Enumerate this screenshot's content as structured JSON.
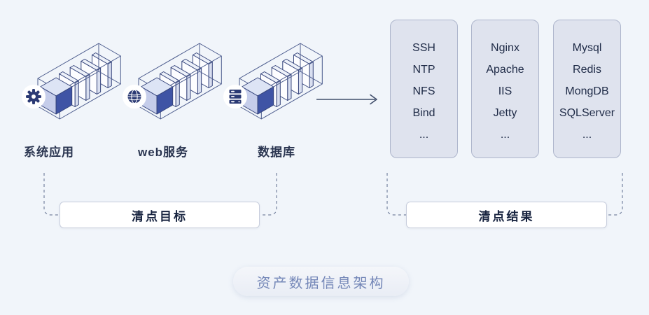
{
  "diagram": {
    "caption": "资产数据信息架构"
  },
  "sources": {
    "group_label": "清点目标",
    "items": [
      {
        "label": "系统应用",
        "icon": "gear-icon"
      },
      {
        "label": "web服务",
        "icon": "globe-icon"
      },
      {
        "label": "数据库",
        "icon": "server-icon"
      }
    ]
  },
  "results": {
    "group_label": "清点结果",
    "cards": [
      {
        "items": [
          "SSH",
          "NTP",
          "NFS",
          "Bind",
          "..."
        ]
      },
      {
        "items": [
          "Nginx",
          "Apache",
          "IIS",
          "Jetty",
          "..."
        ]
      },
      {
        "items": [
          "Mysql",
          "Redis",
          "MongDB",
          "SQLServer",
          "..."
        ]
      }
    ]
  },
  "colors": {
    "background": "#f1f5fa",
    "outline_navy": "#36457c",
    "cube_dark": "#3f54a5",
    "card_bg": "#dfe3ee",
    "card_border": "#aeb6cc",
    "text_dark": "#1e2a46",
    "muted_blue": "#7386b7"
  }
}
